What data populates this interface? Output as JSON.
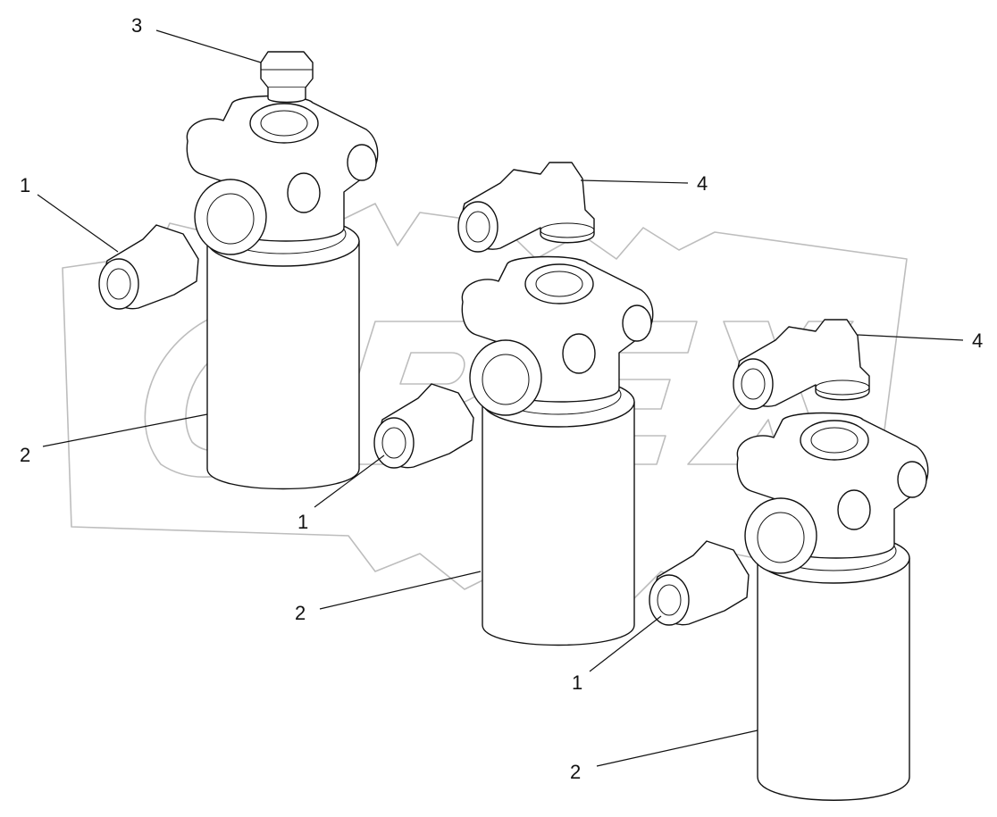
{
  "diagram": {
    "watermark": "OPEX",
    "watermark_color": "#bdbdbd",
    "line_color": "#111111",
    "callouts": [
      {
        "id": "c1a",
        "label": "1"
      },
      {
        "id": "c1b",
        "label": "1"
      },
      {
        "id": "c1c",
        "label": "1"
      },
      {
        "id": "c2a",
        "label": "2"
      },
      {
        "id": "c2b",
        "label": "2"
      },
      {
        "id": "c2c",
        "label": "2"
      },
      {
        "id": "c3",
        "label": "3"
      },
      {
        "id": "c4a",
        "label": "4"
      },
      {
        "id": "c4b",
        "label": "4"
      }
    ]
  }
}
